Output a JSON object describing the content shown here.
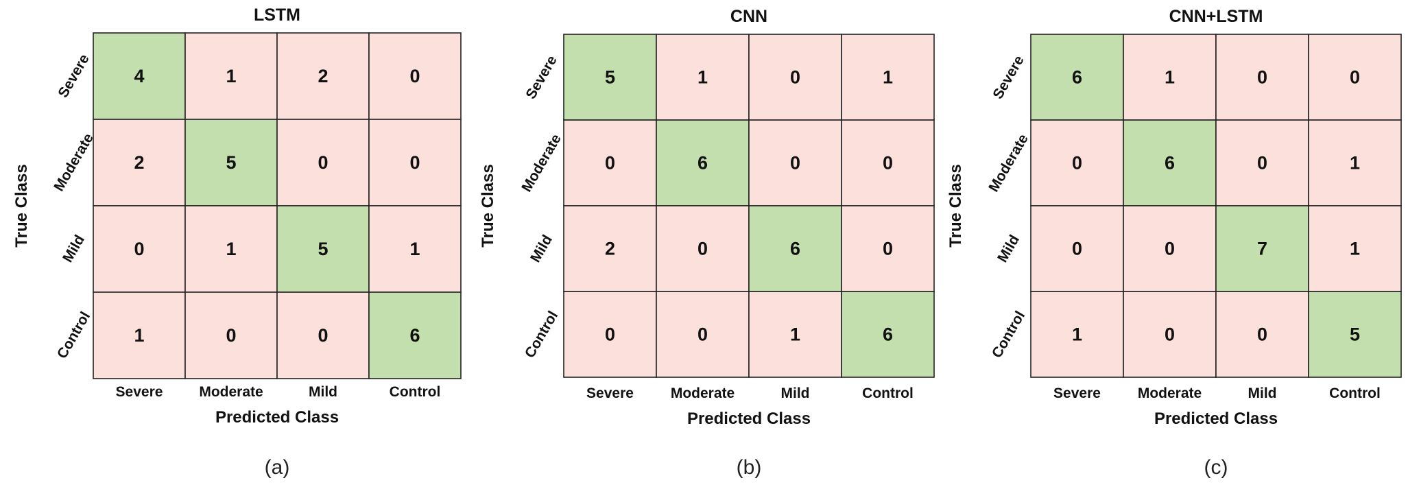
{
  "chart_data": [
    {
      "type": "heatmap",
      "title": "LSTM",
      "ylabel": "True Class",
      "xlabel": "Predicted Class",
      "rows": [
        "Severe",
        "Moderate",
        "Mild",
        "Control"
      ],
      "columns": [
        "Severe",
        "Moderate",
        "Mild",
        "Control"
      ],
      "values": [
        [
          4,
          1,
          2,
          0
        ],
        [
          2,
          5,
          0,
          0
        ],
        [
          0,
          1,
          5,
          1
        ],
        [
          1,
          0,
          0,
          6
        ]
      ],
      "panel_label": "(a)"
    },
    {
      "type": "heatmap",
      "title": "CNN",
      "ylabel": "True Class",
      "xlabel": "Predicted Class",
      "rows": [
        "Severe",
        "Moderate",
        "Mild",
        "Control"
      ],
      "columns": [
        "Severe",
        "Moderate",
        "Mild",
        "Control"
      ],
      "values": [
        [
          5,
          1,
          0,
          1
        ],
        [
          0,
          6,
          0,
          0
        ],
        [
          2,
          0,
          6,
          0
        ],
        [
          0,
          0,
          1,
          6
        ]
      ],
      "panel_label": "(b)"
    },
    {
      "type": "heatmap",
      "title": "CNN+LSTM",
      "ylabel": "True Class",
      "xlabel": "Predicted Class",
      "rows": [
        "Severe",
        "Moderate",
        "Mild",
        "Control"
      ],
      "columns": [
        "Severe",
        "Moderate",
        "Mild",
        "Control"
      ],
      "values": [
        [
          6,
          1,
          0,
          0
        ],
        [
          0,
          6,
          0,
          1
        ],
        [
          0,
          0,
          7,
          1
        ],
        [
          1,
          0,
          0,
          5
        ]
      ],
      "panel_label": "(c)"
    }
  ],
  "colors": {
    "diagonal_fill": "#c4dfae",
    "off_diagonal_fill": "#fbe0dc",
    "grid_line": "#222222"
  }
}
